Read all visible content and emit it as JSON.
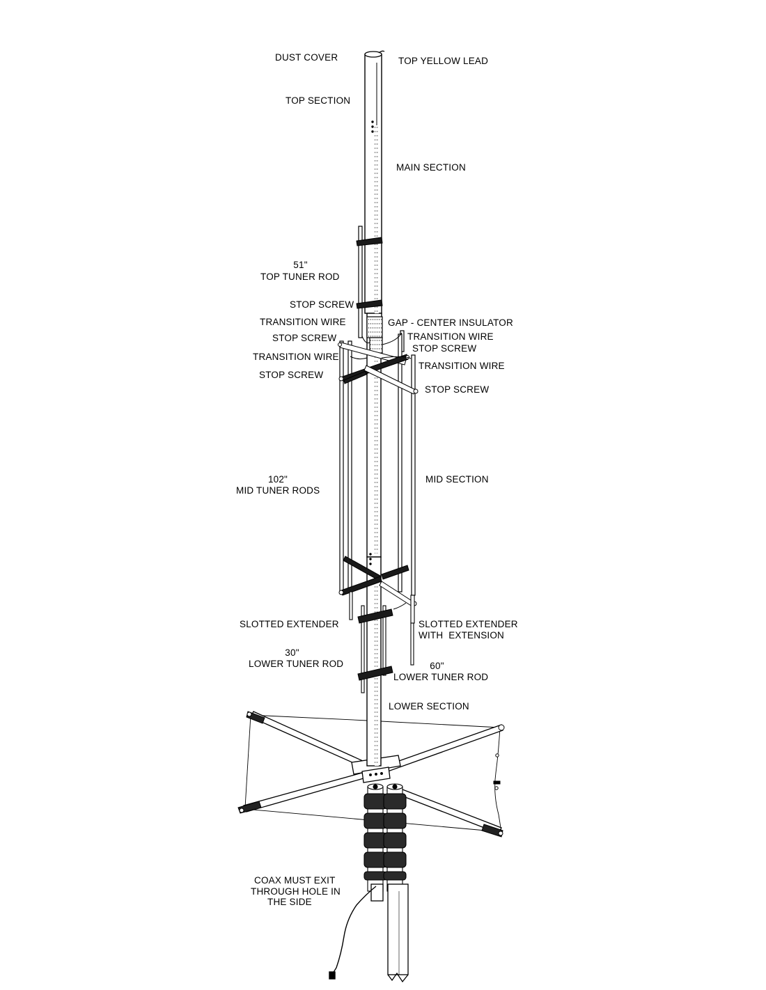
{
  "labels": {
    "dust_cover": "DUST COVER",
    "top_yellow_lead": "TOP YELLOW LEAD",
    "top_section": "TOP SECTION",
    "main_section": "MAIN SECTION",
    "top_tuner_rod_length": "51\"",
    "top_tuner_rod": "TOP TUNER ROD",
    "stop_screw_1": "STOP SCREW",
    "transition_wire_1": "TRANSITION WIRE",
    "gap_center_insulator": "GAP - CENTER INSULATOR",
    "stop_screw_2": "STOP SCREW",
    "transition_wire_2": "TRANSITION WIRE",
    "stop_screw_3": "STOP SCREW",
    "transition_wire_3": "TRANSITION WIRE",
    "transition_wire_4": "TRANSITION WIRE",
    "stop_screw_4": "STOP SCREW",
    "stop_screw_5": "STOP SCREW",
    "mid_tuner_rods_length": "102\"",
    "mid_tuner_rods": "MID TUNER RODS",
    "mid_section": "MID SECTION",
    "slotted_extender": "SLOTTED EXTENDER",
    "slotted_extender_with_extension_1": "SLOTTED EXTENDER",
    "slotted_extender_with_extension_2": "WITH  EXTENSION",
    "lower_tuner_rod_30_length": "30\"",
    "lower_tuner_rod_30": "LOWER TUNER ROD",
    "lower_tuner_rod_60_length": "60\"",
    "lower_tuner_rod_60": "LOWER TUNER ROD",
    "lower_section": "LOWER SECTION",
    "coax_note_1": "COAX MUST EXIT",
    "coax_note_2": "THROUGH HOLE IN",
    "coax_note_3": "THE SIDE"
  },
  "colors": {
    "ink": "#000000",
    "tube_fill": "#ffffff",
    "dark_band": "#1a1a1a",
    "choke_fill": "#2a2a2a"
  }
}
